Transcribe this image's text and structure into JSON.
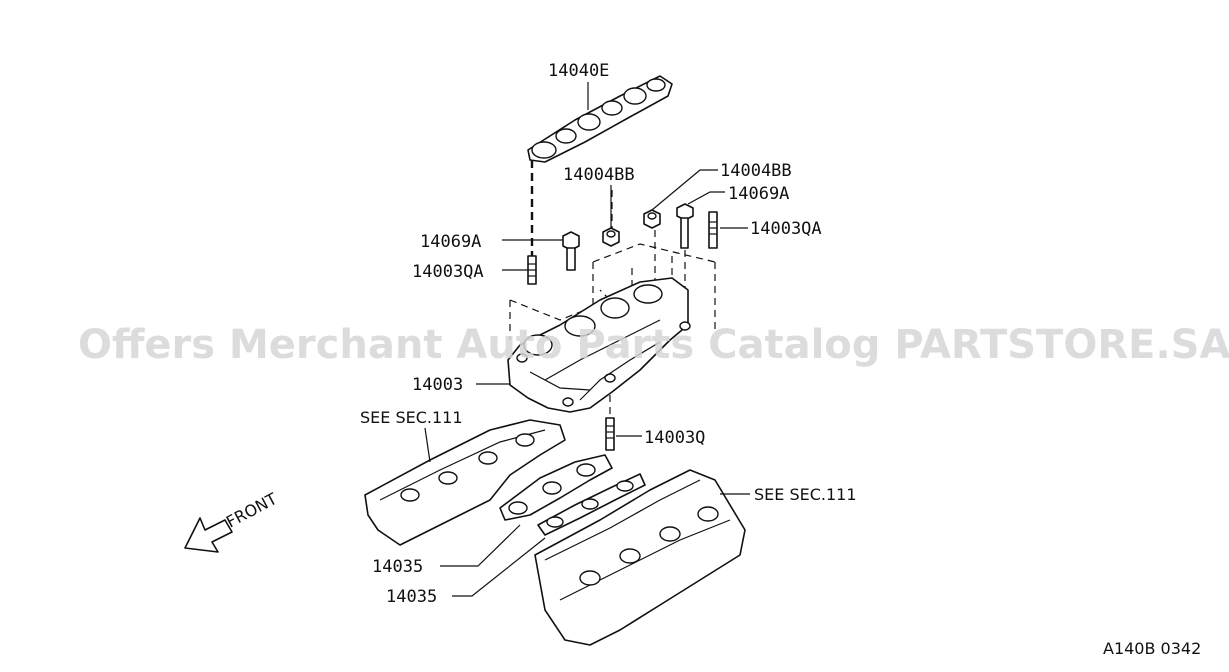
{
  "watermark": "Offers Merchant Auto Parts Catalog PARTSTORE.SA",
  "diagram_code": "A140B 0342",
  "front_label": "FRONT",
  "labels": {
    "gasket_top": "14040E",
    "nut_a": "14004BB",
    "nut_b": "14004BB",
    "bolt_right": "14069A",
    "bolt_left": "14069A",
    "stud_right": "14003QA",
    "stud_left": "14003QA",
    "manifold": "14003",
    "stud_bottom": "14003Q",
    "see_sec_left": "SEE SEC.111",
    "see_sec_right": "SEE SEC.111",
    "gasket_lower_a": "14035",
    "gasket_lower_b": "14035"
  }
}
